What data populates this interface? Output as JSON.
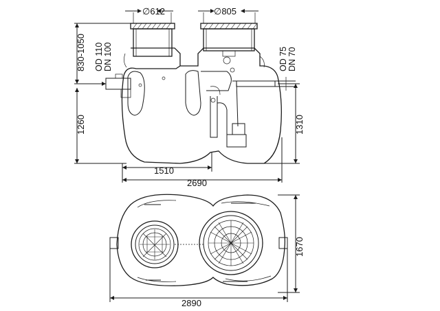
{
  "top_view": {
    "diam_left": "∅612",
    "diam_right": "∅805",
    "height_range": "830-1050",
    "inlet_od": "OD 110",
    "inlet_dn": "DN 100",
    "outlet_od": "OD 75",
    "outlet_dn": "DN 70",
    "depth_left": "1260",
    "depth_right": "1310",
    "width_inner": "1510",
    "width_total": "2690"
  },
  "plan_view": {
    "width_total": "2890",
    "depth_total": "1670"
  },
  "colors": {
    "line": "#1a1a1a",
    "background": "#ffffff"
  }
}
